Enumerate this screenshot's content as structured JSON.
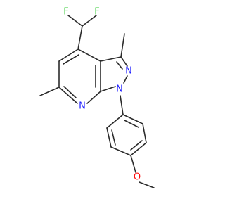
{
  "colors": {
    "bond": "#2b2b2b",
    "carbon": "#2b2b2b",
    "nitrogen": "#2020ff",
    "oxygen": "#ff0d0d",
    "fluorine": "#33cc33"
  },
  "atoms": {
    "f1": "F",
    "f2": "F",
    "n_pyrazole_2": "N",
    "n_pyrazole_1": "N",
    "n_pyridine": "N",
    "o_methoxy": "O"
  }
}
